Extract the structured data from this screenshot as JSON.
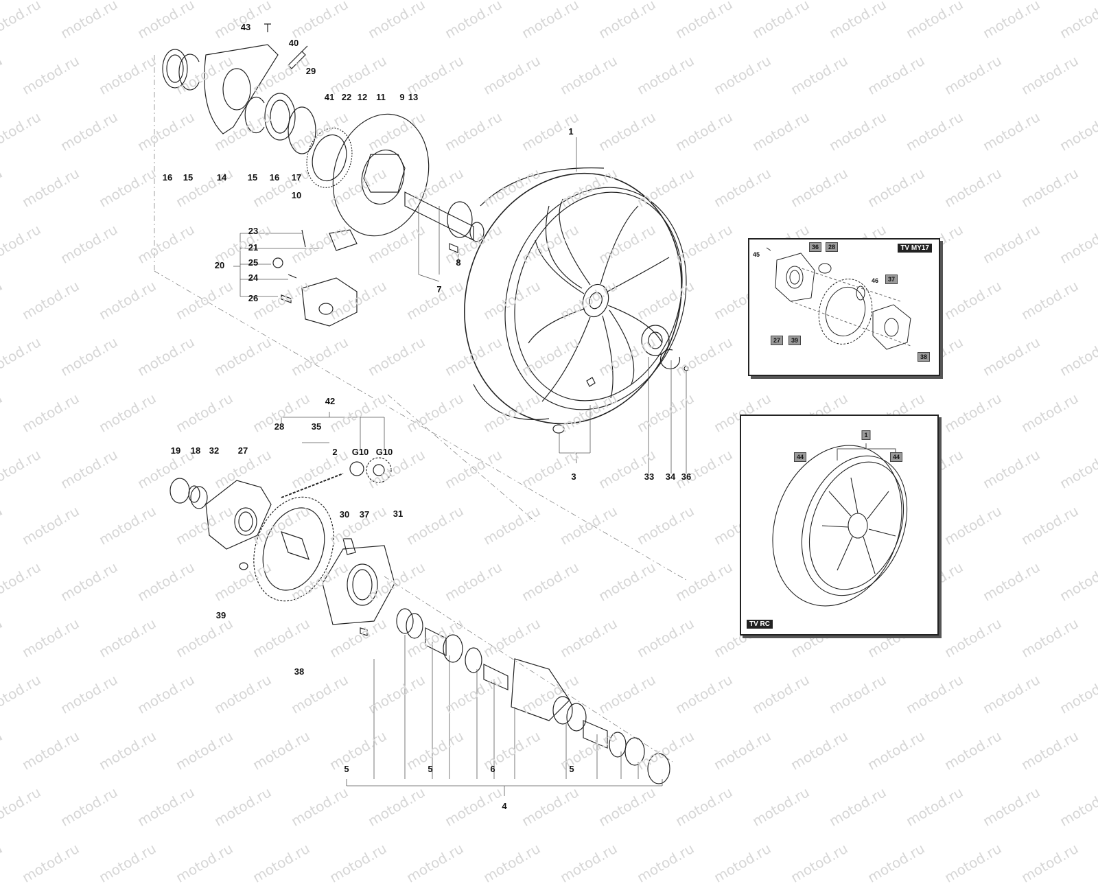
{
  "watermark": {
    "text": "motod.ru"
  },
  "callouts": {
    "c43": "43",
    "c40": "40",
    "c29": "29",
    "c41": "41",
    "c22": "22",
    "c12": "12",
    "c11": "11",
    "c9": "9",
    "c13": "13",
    "c16a": "16",
    "c15a": "15",
    "c14": "14",
    "c15b": "15",
    "c16b": "16",
    "c17": "17",
    "c10": "10",
    "c1": "1",
    "c23": "23",
    "c21": "21",
    "c20": "20",
    "c25": "25",
    "c24": "24",
    "c26": "26",
    "c8": "8",
    "c7": "7",
    "c42": "42",
    "c28": "28",
    "c35": "35",
    "c19": "19",
    "c18": "18",
    "c32": "32",
    "c27": "27",
    "c2": "2",
    "cG10a": "G10",
    "cG10b": "G10",
    "c30": "30",
    "c37": "37",
    "c31": "31",
    "c39": "39",
    "c38": "38",
    "c3": "3",
    "c33": "33",
    "c34": "34",
    "c36": "36",
    "c5a": "5",
    "c5b": "5",
    "c6": "6",
    "c5c": "5",
    "c4": "4"
  },
  "inset_mv17": {
    "tag": "TV MY17",
    "labels": {
      "n45": "45",
      "n36": "36",
      "n28": "28",
      "n46": "46",
      "n37": "37",
      "n27": "27",
      "n39": "39",
      "n38": "38"
    }
  },
  "inset_rc": {
    "tag": "TV RC",
    "labels": {
      "n1": "1",
      "n44a": "44",
      "n44b": "44"
    }
  }
}
